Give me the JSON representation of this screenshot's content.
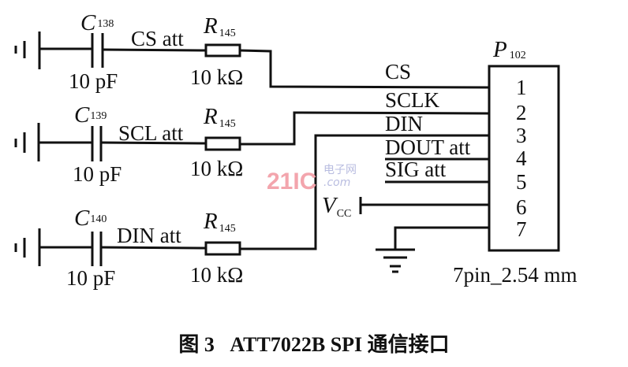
{
  "rows": [
    {
      "cap_letter": "C",
      "cap_sub": "138",
      "cap_value": "10 pF",
      "signal": "CS att",
      "res_letter": "R",
      "res_sub": "145",
      "res_value": "10 kΩ"
    },
    {
      "cap_letter": "C",
      "cap_sub": "139",
      "cap_value": "10 pF",
      "signal": "SCL att",
      "res_letter": "R",
      "res_sub": "145",
      "res_value": "10 kΩ"
    },
    {
      "cap_letter": "C",
      "cap_sub": "140",
      "cap_value": "10 pF",
      "signal": "DIN att",
      "res_letter": "R",
      "res_sub": "145",
      "res_value": "10 kΩ"
    }
  ],
  "connector": {
    "letter": "P",
    "sub": "102",
    "pins": [
      "1",
      "2",
      "3",
      "4",
      "5",
      "6",
      "7"
    ],
    "footprint": "7pin_2.54 mm",
    "nets": [
      "CS",
      "SCLK",
      "DIN",
      "DOUT att",
      "SIG att"
    ],
    "vcc_letter": "V",
    "vcc_sub": "CC"
  },
  "caption": "图 3   ATT7022B SPI 通信接口",
  "watermark": {
    "brand": "21IC",
    "cn": "电子网",
    "dom": ".com"
  }
}
